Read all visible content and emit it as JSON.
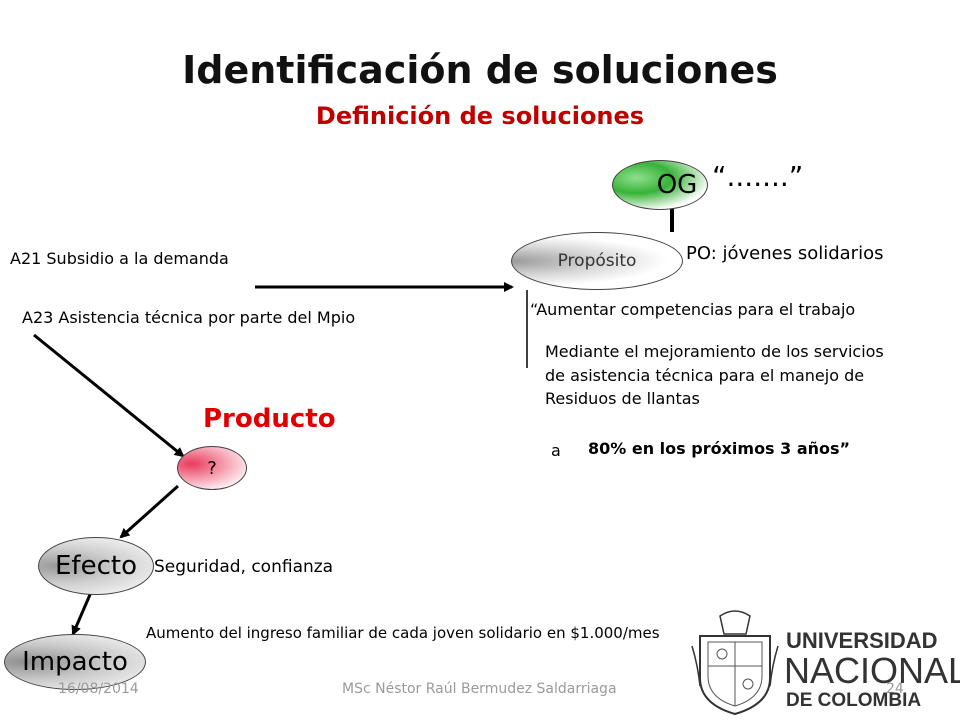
{
  "header": {
    "title": "Identificación de soluciones",
    "subtitle": "Definición de soluciones"
  },
  "nodes": {
    "og": "OG",
    "og_quote": "“.......”",
    "proposito": "Propósito",
    "producto_label": "Producto",
    "producto_node": "?",
    "efecto": "Efecto",
    "impacto": "Impacto"
  },
  "texts": {
    "po": "PO: jóvenes solidarios",
    "a21": "A21 Subsidio a la demanda",
    "a23": "A23  Asistencia técnica por parte del Mpio",
    "aumentar": "“Aumentar competencias para el trabajo",
    "mediante_1": "Mediante el mejoramiento de los servicios",
    "mediante_2": "de asistencia técnica para el manejo de",
    "mediante_3": "Residuos de llantas",
    "a": "a",
    "meta": "80% en los próximos 3 años”",
    "seguridad": "Seguridad, confianza",
    "aumento_ingreso": "Aumento del ingreso familiar de cada joven solidario en $1.000/mes"
  },
  "footer": {
    "date": "16/08/2014",
    "author": "MSc Néstor Raúl Bermudez Saldarriaga",
    "page": "24"
  },
  "logo": {
    "line1": "UNIVERSIDAD",
    "line2": "NACIONAL",
    "line3": "DE COLOMBIA"
  },
  "colors": {
    "accent_red": "#c00000",
    "og_green": "#38b238",
    "producto_pink": "#e83a5c"
  }
}
